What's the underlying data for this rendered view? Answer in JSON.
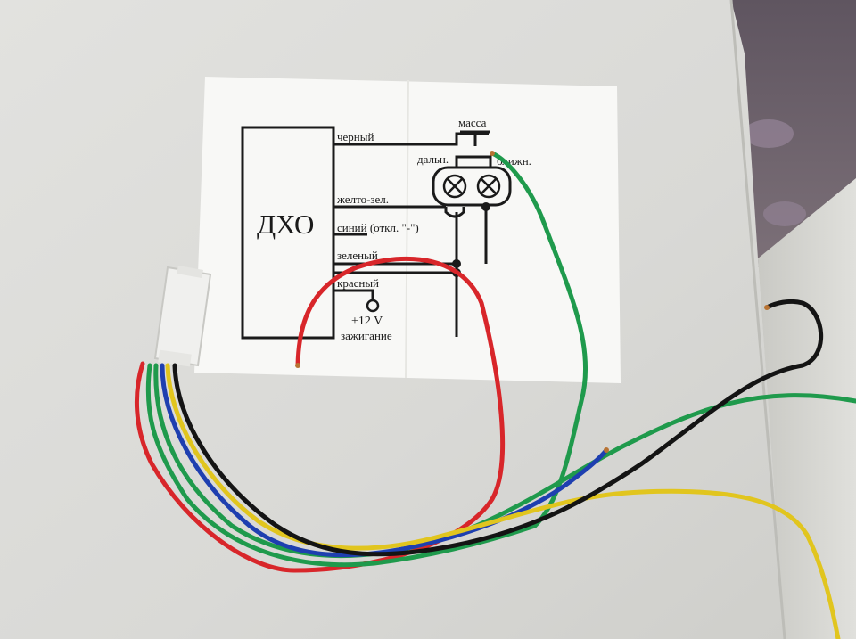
{
  "diagram": {
    "box_label": "ДХО",
    "wires": {
      "black": "черный",
      "yellow_green": "желто-зел.",
      "blue": "синий (откл. \"-\")",
      "green": "зеленый",
      "red": "красный"
    },
    "ground": "масса",
    "high_beam": "дальн.",
    "low_beam": "ближн.",
    "supply_voltage": "+12 V",
    "ignition": "зажигание"
  },
  "colors": {
    "table": "#dcdcd9",
    "paper": "#f8f8f6",
    "wire_red": "#d8262a",
    "wire_green": "#1f9a4c",
    "wire_blue": "#1e3fb0",
    "wire_yellow": "#e1c51e",
    "wire_black": "#141414",
    "fabric": "#6b5d68"
  }
}
